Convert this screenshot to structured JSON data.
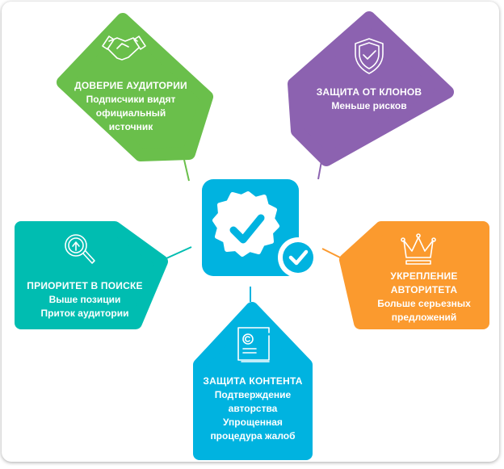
{
  "colors": {
    "green": "#6abf4b",
    "purple": "#8c62b0",
    "teal": "#00bdb1",
    "orange": "#fb9a2e",
    "blue": "#00b3e0"
  },
  "cards": [
    {
      "id": "trust",
      "icon": "handshake-icon",
      "title": "ДОВЕРИЕ АУДИТОРИИ",
      "lines": [
        "Подписчики видят",
        "официальный",
        "источник"
      ]
    },
    {
      "id": "clones",
      "icon": "shield-check-icon",
      "title": "ЗАЩИТА ОТ КЛОНОВ",
      "lines": [
        "Меньше рисков"
      ]
    },
    {
      "id": "search",
      "icon": "search-arrow-icon",
      "title": "ПРИОРИТЕТ В ПОИСКЕ",
      "lines": [
        "Выше позиции",
        "Приток аудитории"
      ]
    },
    {
      "id": "authority",
      "icon": "crown-icon",
      "title": "УКРЕПЛЕНИЕ АВТОРИТЕТА",
      "lines": [
        "Больше серьезных",
        "предложений"
      ]
    },
    {
      "id": "content",
      "icon": "copyright-scroll-icon",
      "title": "ЗАЩИТА КОНТЕНТА",
      "lines": [
        "Подтверждение",
        "авторства",
        "Упрощенная",
        "процедура жалоб"
      ]
    }
  ]
}
